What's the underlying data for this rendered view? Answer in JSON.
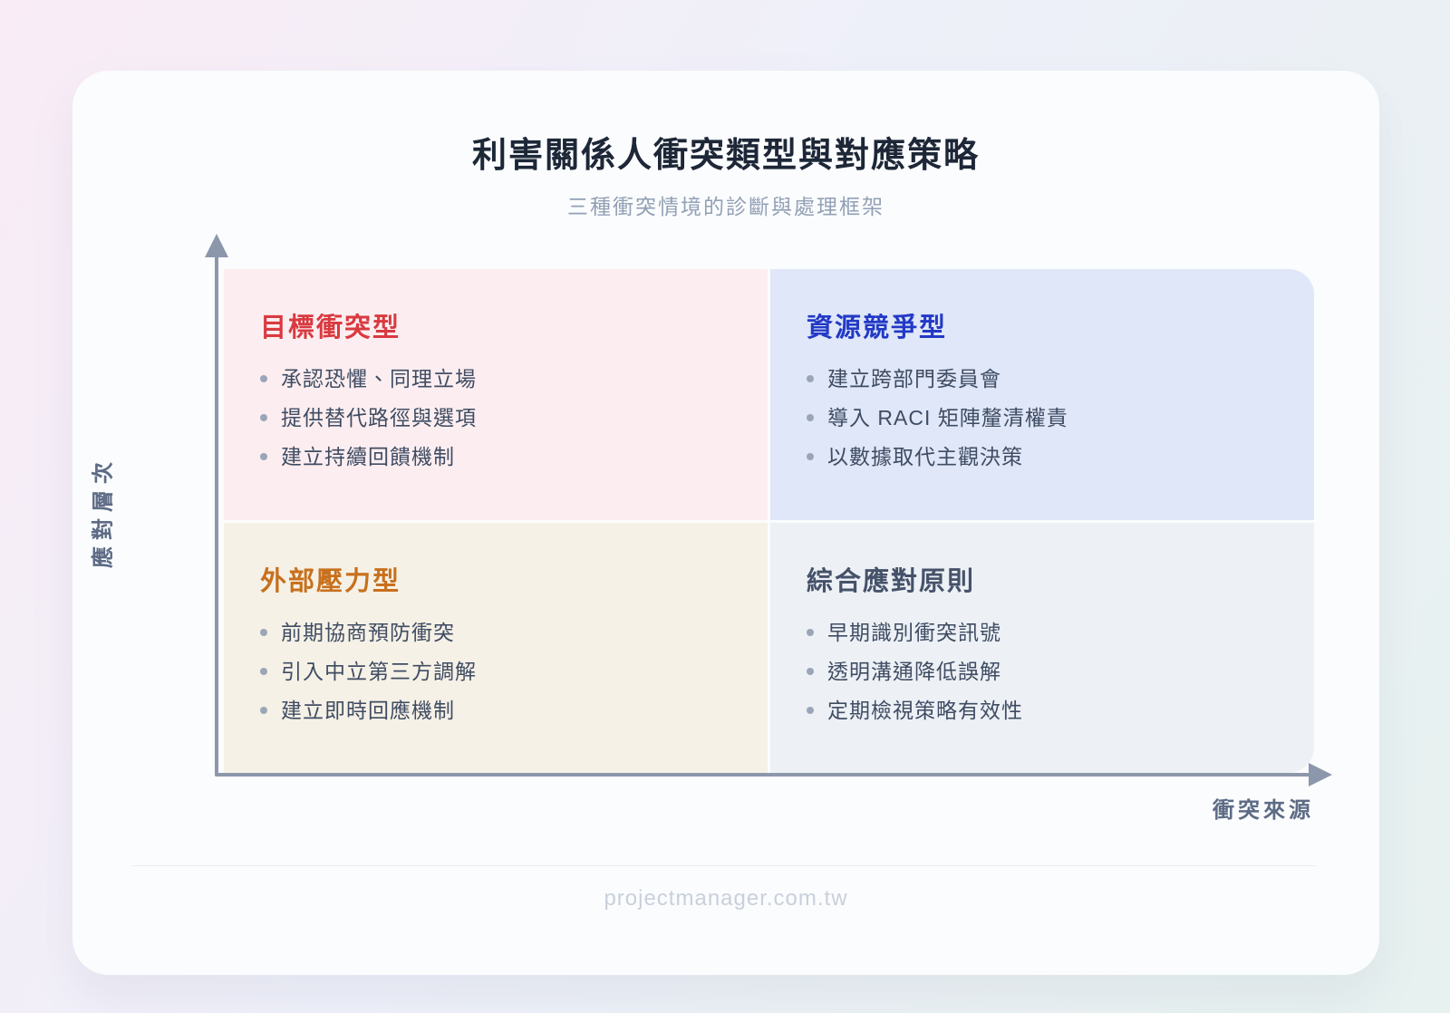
{
  "page": {
    "title": "利害關係人衝突類型與對應策略",
    "subtitle": "三種衝突情境的診斷與處理框架",
    "footer": "projectmanager.com.tw"
  },
  "axes": {
    "y_label": "應對層次",
    "x_label": "衝突來源",
    "axis_color": "#8d97ab",
    "label_color": "#5d6b85"
  },
  "theme": {
    "card_bg": "#fbfcfd",
    "bg_gradient_start": "#f9ecf6",
    "bg_gradient_mid": "#eef0f9",
    "bg_gradient_end": "#e7f1ef",
    "title_color": "#1d2737",
    "subtitle_color": "#92a0b6",
    "body_text_color": "#3f4c63",
    "bullet_dot_color": "#9aa6b8",
    "footer_color": "#c9d0dc"
  },
  "quadrants": [
    {
      "id": "goal-conflict",
      "title": "目標衝突型",
      "title_color": "#d93a40",
      "bg": "#fceef0",
      "items": [
        "承認恐懼、同理立場",
        "提供替代路徑與選項",
        "建立持續回饋機制"
      ]
    },
    {
      "id": "resource-competition",
      "title": "資源競爭型",
      "title_color": "#2239c6",
      "bg": "#dfe7f8",
      "items": [
        "建立跨部門委員會",
        "導入 RACI 矩陣釐清權責",
        "以數據取代主觀決策"
      ]
    },
    {
      "id": "external-pressure",
      "title": "外部壓力型",
      "title_color": "#c8701d",
      "bg": "#f6f1e6",
      "items": [
        "前期協商預防衝突",
        "引入中立第三方調解",
        "建立即時回應機制"
      ]
    },
    {
      "id": "combined-principles",
      "title": "綜合應對原則",
      "title_color": "#46526a",
      "bg": "#edf1f5",
      "items": [
        "早期識別衝突訊號",
        "透明溝通降低誤解",
        "定期檢視策略有效性"
      ]
    }
  ]
}
